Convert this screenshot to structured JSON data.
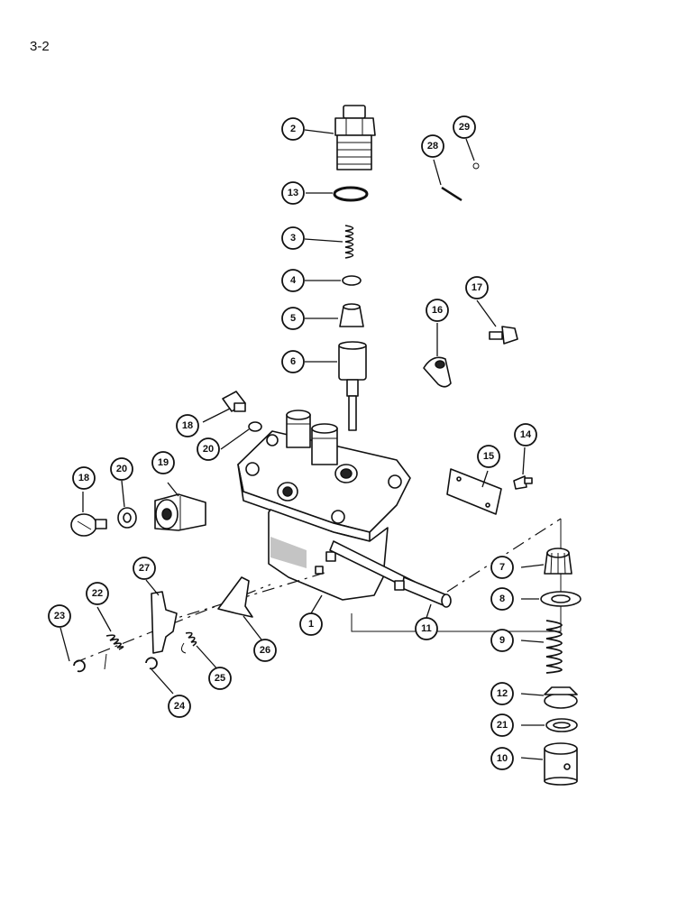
{
  "page": {
    "number": "3-2"
  },
  "callouts": [
    {
      "label": "1"
    },
    {
      "label": "2"
    },
    {
      "label": "3"
    },
    {
      "label": "4"
    },
    {
      "label": "5"
    },
    {
      "label": "6"
    },
    {
      "label": "7"
    },
    {
      "label": "8"
    },
    {
      "label": "9"
    },
    {
      "label": "10"
    },
    {
      "label": "11"
    },
    {
      "label": "12"
    },
    {
      "label": "13"
    },
    {
      "label": "14"
    },
    {
      "label": "15"
    },
    {
      "label": "16"
    },
    {
      "label": "17"
    },
    {
      "label": "18"
    },
    {
      "label": "18"
    },
    {
      "label": "19"
    },
    {
      "label": "20"
    },
    {
      "label": "20"
    },
    {
      "label": "21"
    },
    {
      "label": "22"
    },
    {
      "label": "23"
    },
    {
      "label": "24"
    },
    {
      "label": "25"
    },
    {
      "label": "26"
    },
    {
      "label": "27"
    },
    {
      "label": "28"
    },
    {
      "label": "29"
    }
  ]
}
